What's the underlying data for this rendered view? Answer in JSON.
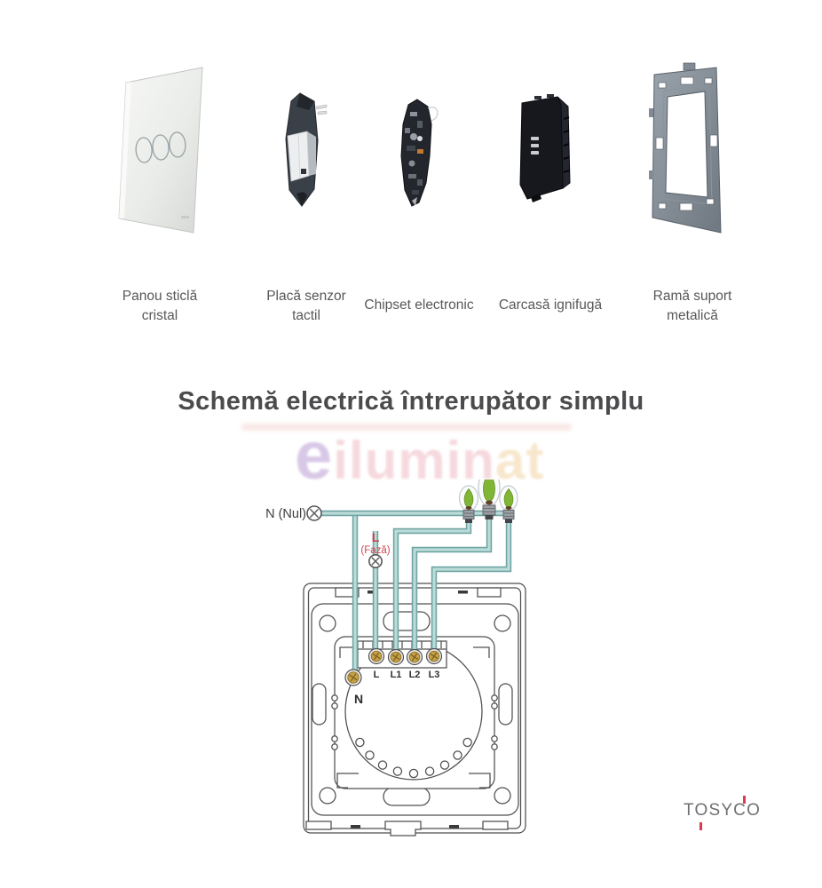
{
  "parts": [
    {
      "label_line1": "Panou sticlă",
      "label_line2": "cristal"
    },
    {
      "label_line1": "Placă senzor",
      "label_line2": "tactil"
    },
    {
      "label_line1": "Chipset electronic",
      "label_line2": ""
    },
    {
      "label_line1": "Carcasă ignifugă",
      "label_line2": ""
    },
    {
      "label_line1": "Ramă suport",
      "label_line2": "metalică"
    }
  ],
  "schematic": {
    "title": "Schemă electrică întrerupător simplu",
    "neutral_label": "N (Nul)",
    "live_label": "L",
    "live_sublabel": "(Fază)",
    "terminal_labels": [
      "L",
      "L1",
      "L2",
      "L3"
    ],
    "neutral_terminal_label": "N",
    "bulb_count": 3,
    "icons": {
      "supply_symbol": "circle-cross-icon",
      "lamp_symbol": "eco-leaf-bulb-icon"
    },
    "colors": {
      "wire_fill": "#bcdcda",
      "wire_edge": "#6fa5a2",
      "live_text": "#c2404a",
      "screw_brass": "#c8a145"
    }
  },
  "watermark": {
    "e": "e",
    "mid": "ilumin",
    "end": "at"
  },
  "brand": {
    "logo": "TOSYCO",
    "accent": "#e0394d"
  }
}
